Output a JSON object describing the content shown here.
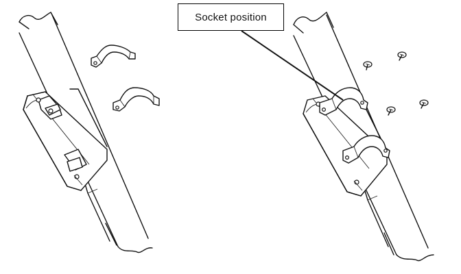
{
  "callout": {
    "label": "Socket position"
  },
  "colors": {
    "line": "#111111",
    "background": "#ffffff"
  },
  "figures": [
    {
      "id": "before",
      "description_icon": "pole-with-box-and-loose-clamps"
    },
    {
      "id": "after",
      "description_icon": "pole-with-box-clamped-and-screws"
    }
  ]
}
